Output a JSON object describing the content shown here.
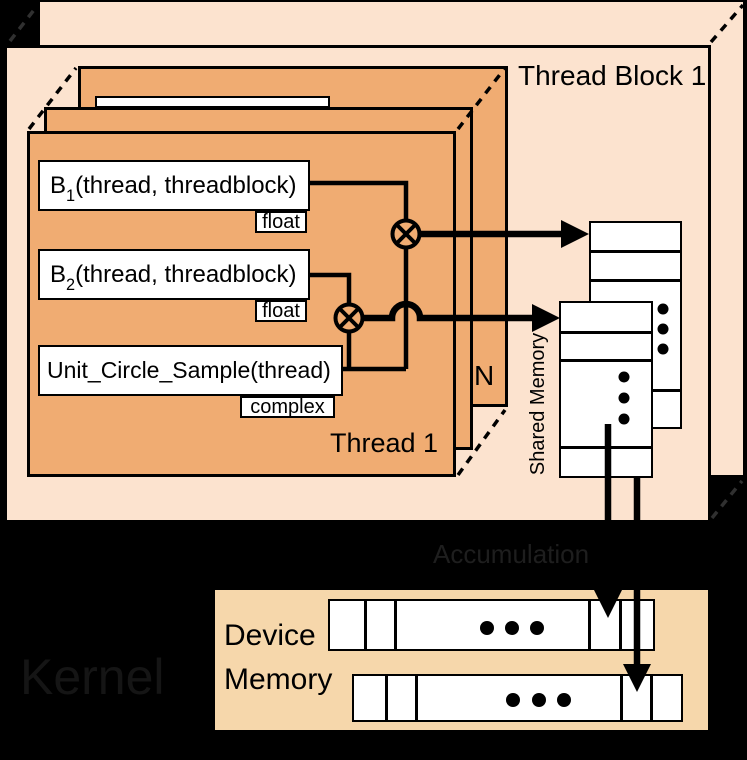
{
  "colors": {
    "bg": "#000000",
    "block": "#fce3cf",
    "thread": "#f0ac72",
    "device": "#f6d7ab",
    "cell": "#ffffff",
    "line": "#000000",
    "dim": "#151515",
    "accum": "#1e1e1e"
  },
  "labels": {
    "kernel": "Kernel",
    "accumulation": "Accumulation",
    "thread_block_title": "Thread Block 1",
    "thread_title": "Thread 1",
    "thread_depth": "N",
    "shared_memory": "Shared Memory",
    "device_memory_line1": "Device",
    "device_memory_line2": "Memory"
  },
  "variables": [
    {
      "base": "B",
      "sub": "1",
      "args": "(thread, threadblock)",
      "type": "float"
    },
    {
      "base": "B",
      "sub": "2",
      "args": "(thread, threadblock)",
      "type": "float"
    },
    {
      "base": "Unit_Circle_Sample",
      "sub": "",
      "args": "(thread)",
      "type": "complex"
    }
  ]
}
